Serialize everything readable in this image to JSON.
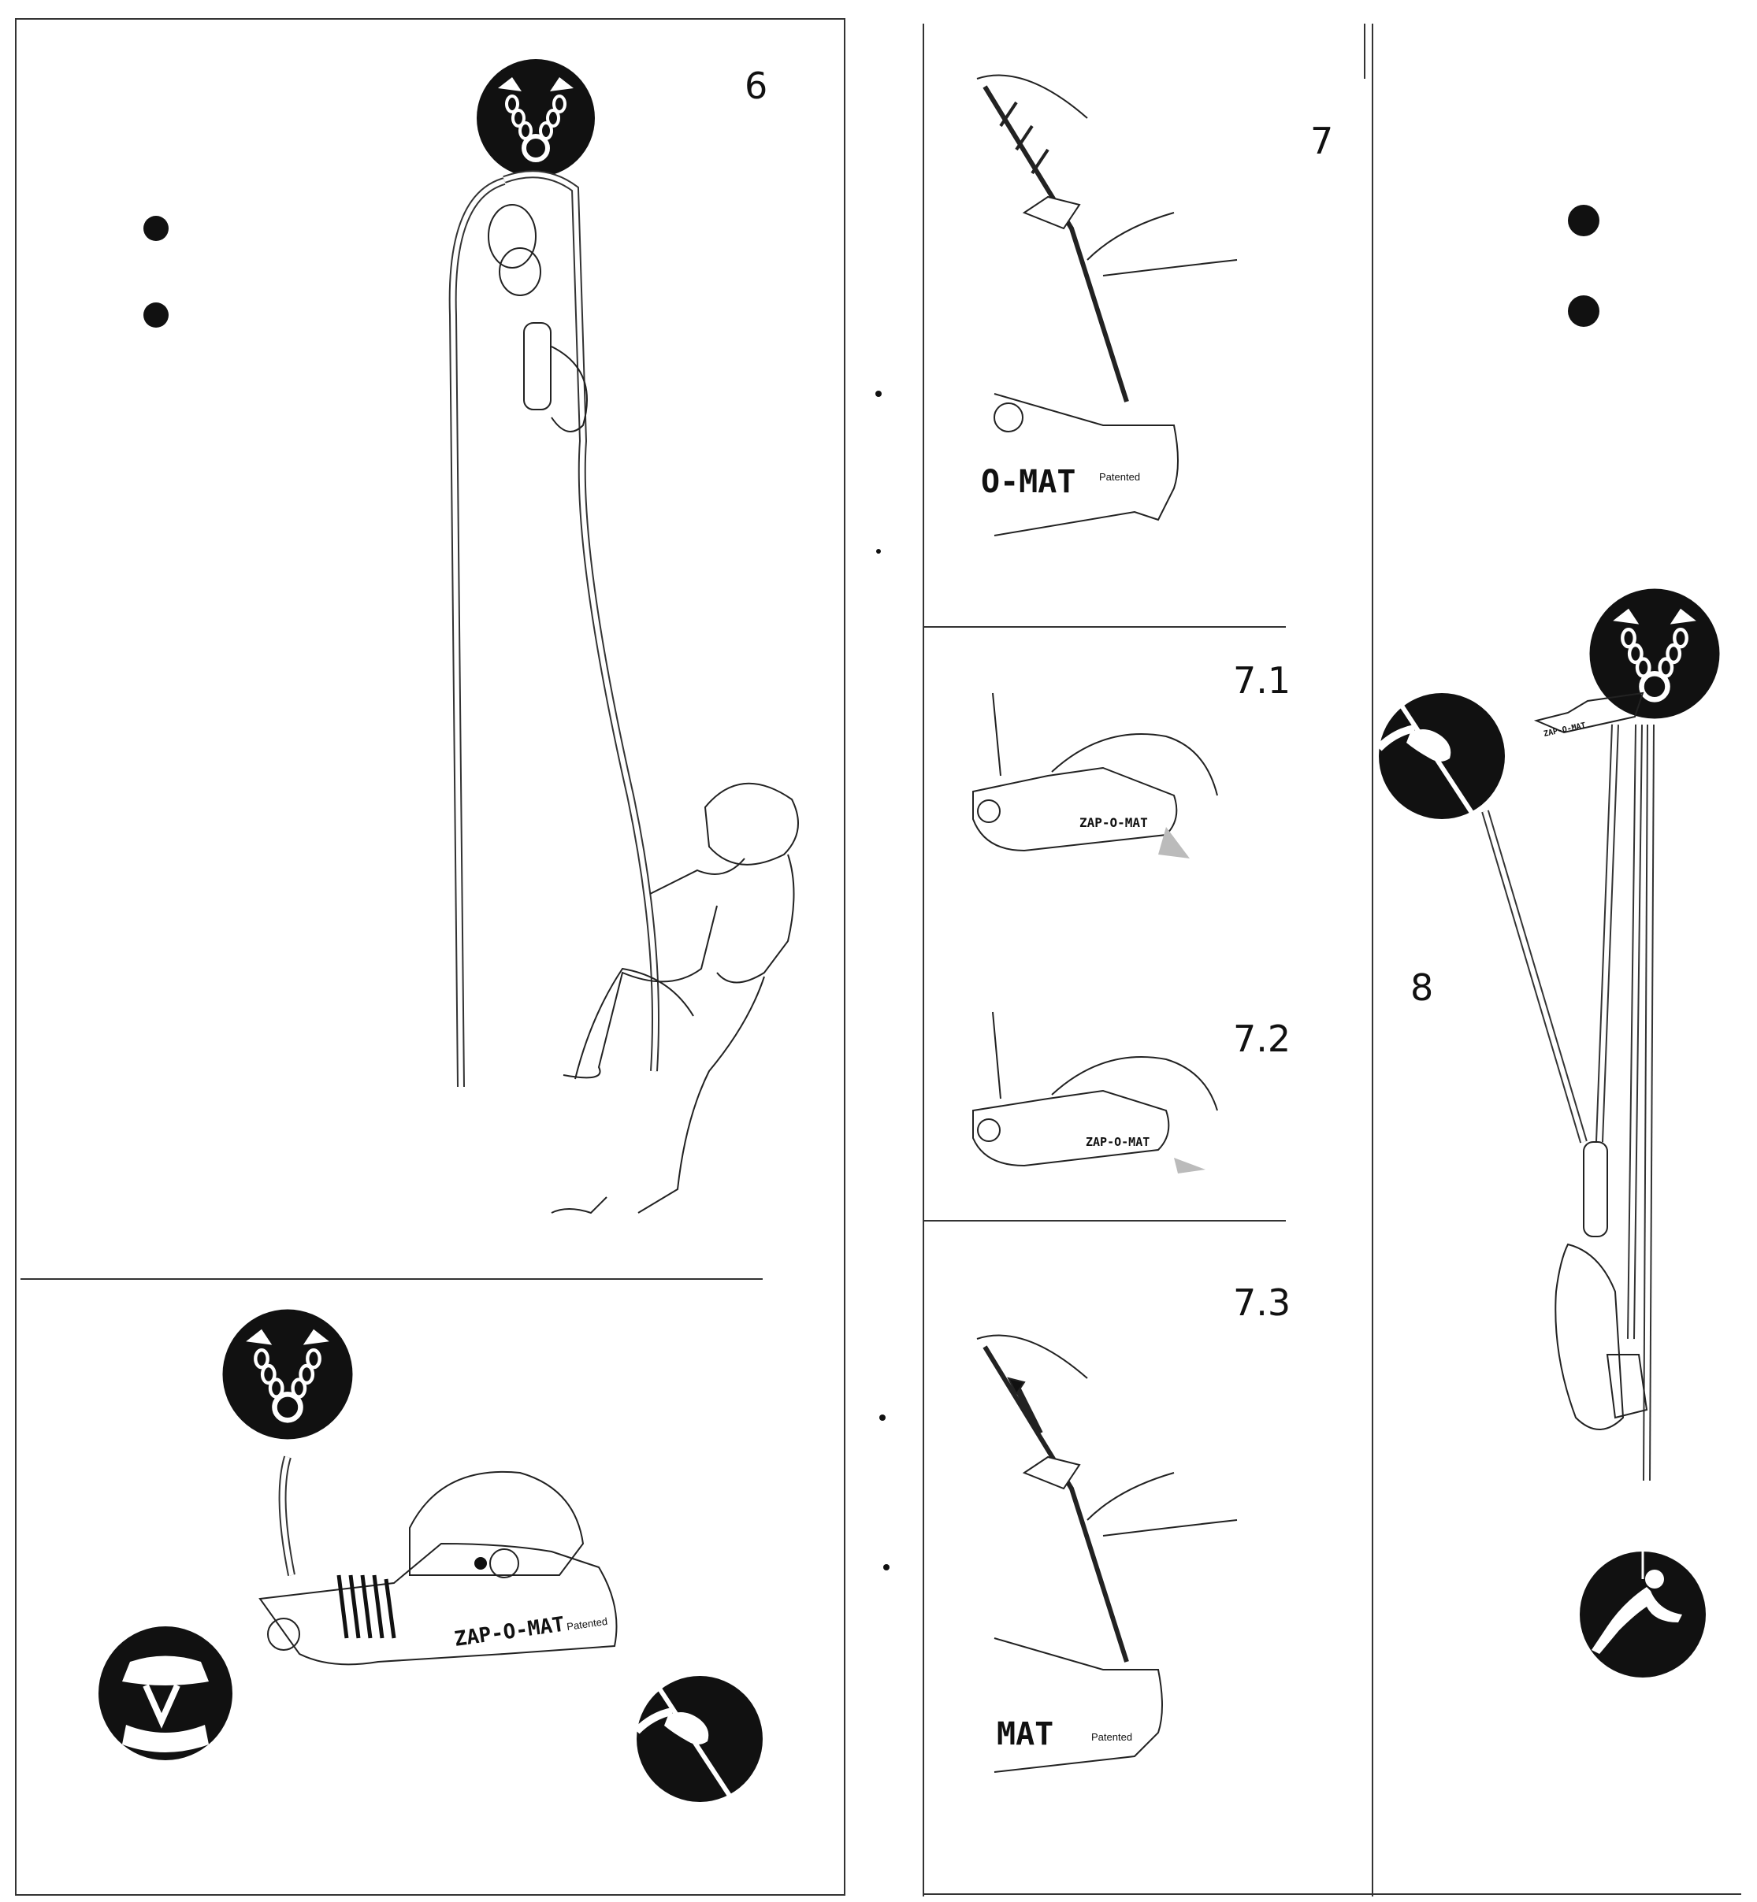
{
  "panels": {
    "p6": {
      "number": "6"
    },
    "p7": {
      "number": "7",
      "brand": "O-MAT",
      "patent": "Patented"
    },
    "p71": {
      "number": "7.1",
      "brand": "ZAP-O-MAT"
    },
    "p72": {
      "number": "7.2",
      "brand": "ZAP-O-MAT"
    },
    "p73": {
      "number": "7.3",
      "brand": "MAT",
      "patent": "Patented"
    },
    "p8": {
      "number": "8",
      "brand": "ZAP-O-MAT"
    },
    "device": {
      "brand": "ZAP-O-MAT",
      "patent": "Patented"
    }
  },
  "icons": {
    "anchor": "anchor-chain-icon",
    "harness": "harness-icon",
    "hand": "hand-rope-icon",
    "climber": "climber-icon"
  },
  "colors": {
    "ink": "#111111",
    "line": "#333333",
    "paper": "#ffffff"
  }
}
